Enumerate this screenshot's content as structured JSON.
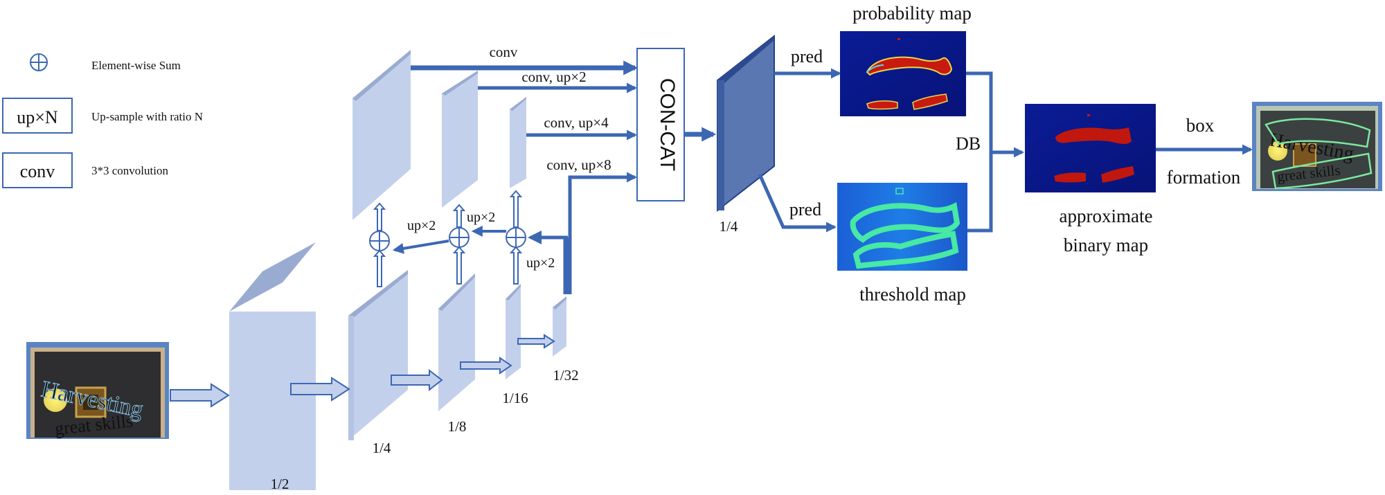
{
  "legend": {
    "sum_label": "Element-wise Sum",
    "upn_box": "up×N",
    "upn_label": "Up-sample with ratio N",
    "conv_box": "conv",
    "conv_label": "3*3 convolution"
  },
  "backbone": {
    "scales": [
      "1/2",
      "1/4",
      "1/8",
      "1/16",
      "1/32"
    ]
  },
  "fpn": {
    "lateral_labels": [
      "conv",
      "conv, up×2",
      "conv, up×4",
      "conv, up×8"
    ],
    "up_labels": [
      "up×2",
      "up×2",
      "up×2"
    ]
  },
  "concat": {
    "label": "CON-CAT"
  },
  "feature": {
    "scale": "1/4"
  },
  "heads": {
    "pred_top": "pred",
    "pred_bottom": "pred",
    "prob_map_title": "probability map",
    "threshold_map_title": "threshold map",
    "db_label": "DB",
    "binary_title_line1": "approximate",
    "binary_title_line2": "binary map",
    "box_label": "box",
    "formation_label": "formation"
  },
  "sample_image": {
    "line1": "Harvesting",
    "line2": "great skills"
  },
  "colors": {
    "arrow": "#3c67b3",
    "feature_face": "#c3d0ec",
    "feature_edge": "#9aabd1",
    "feature_dark": "#5472ac",
    "feature_dark_edge": "#23408a",
    "map_bg": "#0a1a8c",
    "heat_red": "#c0180e",
    "threshold_green": "#48e8a5"
  }
}
